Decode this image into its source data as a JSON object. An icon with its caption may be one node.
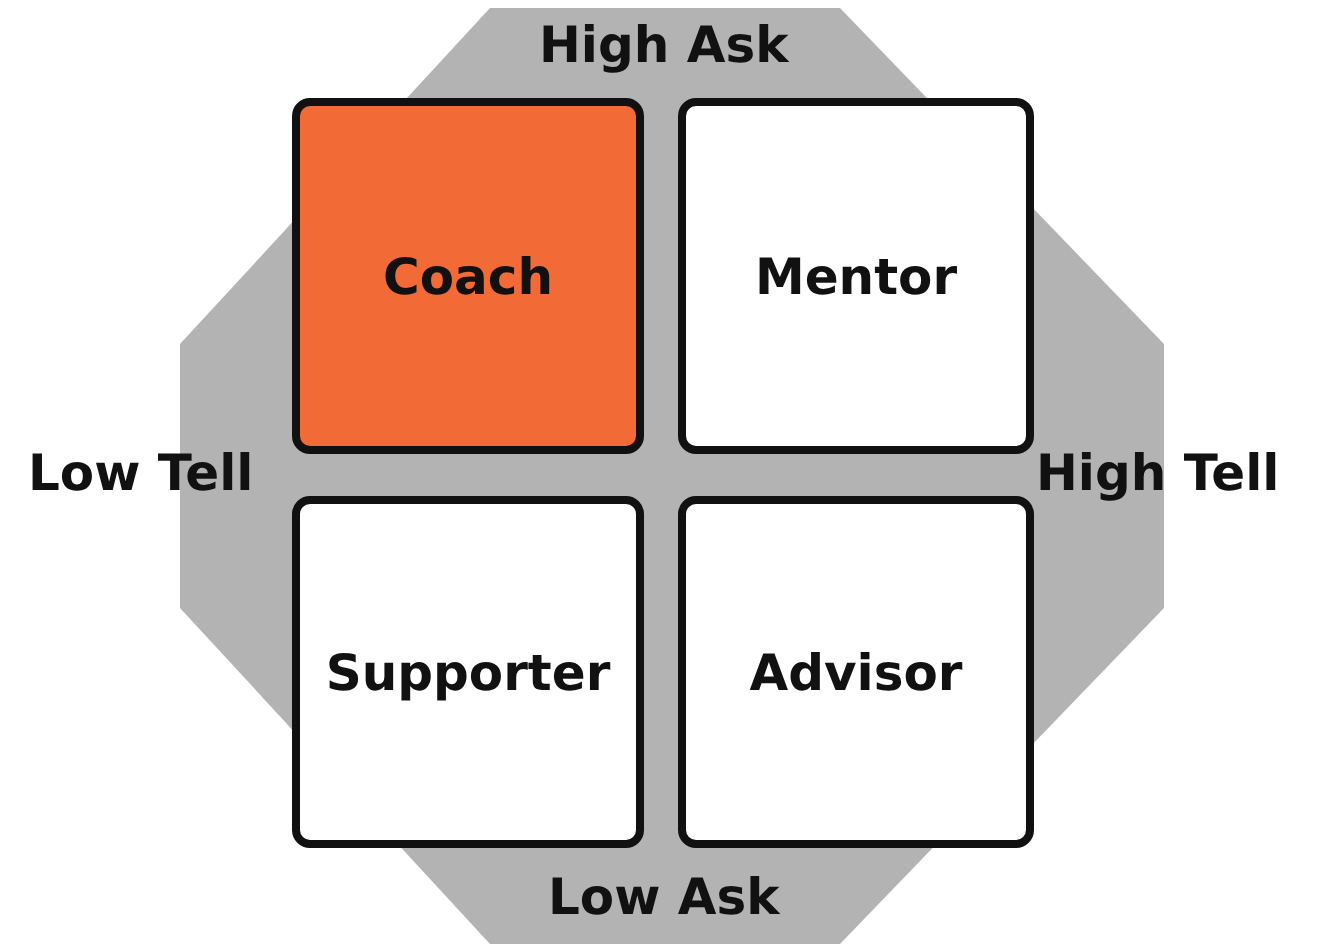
{
  "diagram": {
    "nodes": [
      {
        "text": [
          "Coach"
        ]
      },
      {
        "text": [
          "Mentor"
        ]
      },
      {
        "text": [
          "Supporter"
        ]
      },
      {
        "text": [
          "Advisor"
        ]
      }
    ],
    "labels": [
      "High Ask",
      "Low Tell",
      "High Tell",
      "Low Ask"
    ]
  }
}
